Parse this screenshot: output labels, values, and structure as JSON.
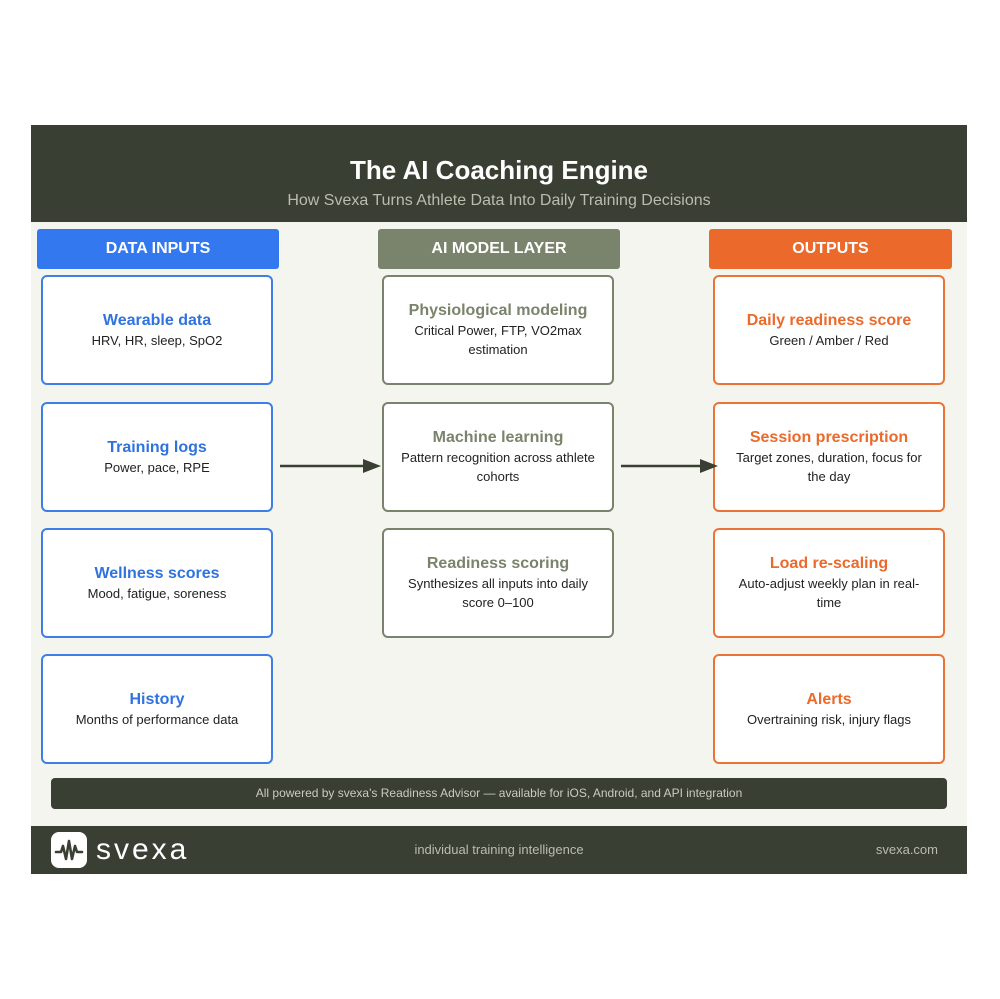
{
  "header": {
    "title": "The AI Coaching Engine",
    "subtitle": "How Svexa Turns Athlete Data Into Daily Training Decisions"
  },
  "columns": {
    "inputs": {
      "label": "DATA INPUTS",
      "color": "#3478f0",
      "items": [
        {
          "title": "Wearable data",
          "desc": "HRV, HR, sleep, SpO2"
        },
        {
          "title": "Training logs",
          "desc": "Power, pace, RPE"
        },
        {
          "title": "Wellness scores",
          "desc": "Mood, fatigue, soreness"
        },
        {
          "title": "History",
          "desc": "Months of performance data"
        }
      ]
    },
    "model": {
      "label": "AI MODEL LAYER",
      "color": "#7a836b",
      "items": [
        {
          "title": "Physiological modeling",
          "desc": "Critical Power, FTP, VO2max estimation"
        },
        {
          "title": "Machine learning",
          "desc": "Pattern recognition across athlete cohorts"
        },
        {
          "title": "Readiness scoring",
          "desc": "Synthesizes all inputs into daily score 0–100"
        }
      ]
    },
    "outputs": {
      "label": "OUTPUTS",
      "color": "#eb6a2b",
      "items": [
        {
          "title": "Daily readiness score",
          "desc": "Green / Amber / Red"
        },
        {
          "title": "Session prescription",
          "desc": "Target zones, duration, focus for the day"
        },
        {
          "title": "Load re-scaling",
          "desc": "Auto-adjust weekly plan in real-time"
        },
        {
          "title": "Alerts",
          "desc": "Overtraining risk, injury flags"
        }
      ]
    }
  },
  "footer_note": "All powered by svexa's Readiness Advisor — available for iOS, Android, and API integration",
  "brand": {
    "logo_text": "svexa",
    "tagline": "individual training intelligence",
    "website": "svexa.com",
    "dark_color": "#3a3f33"
  }
}
